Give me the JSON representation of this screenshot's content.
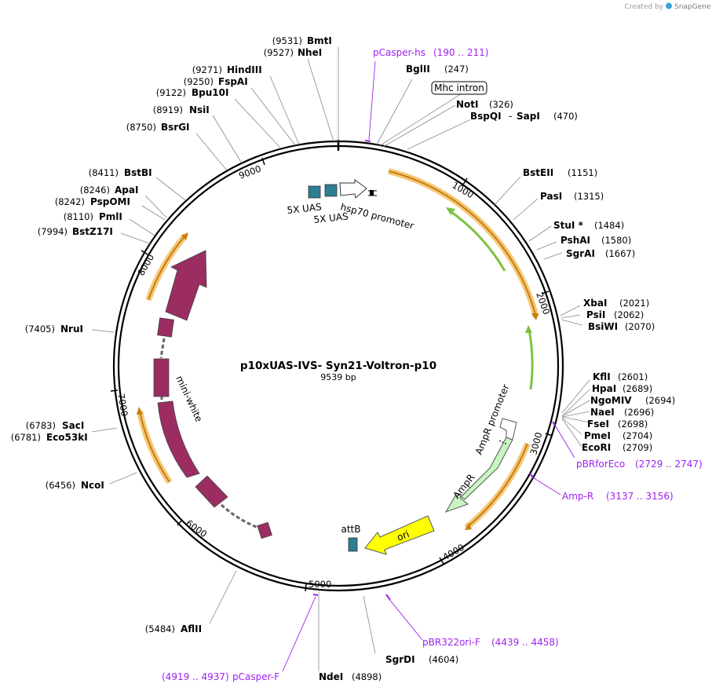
{
  "credit": "Created by",
  "brand": "SnapGene",
  "plasmid": {
    "name": "p10xUAS-IVS- Syn21-Voltron-p10",
    "length_label": "9539 bp"
  },
  "ticks": [
    "1000",
    "2000",
    "3000",
    "4000",
    "5000",
    "6000",
    "7000",
    "8000",
    "9000"
  ],
  "sites": [
    {
      "name": "BmtI",
      "pos": "(9531)"
    },
    {
      "name": "NheI",
      "pos": "(9527)"
    },
    {
      "name": "HindIII",
      "pos": "(9271)"
    },
    {
      "name": "FspAI",
      "pos": "(9250)"
    },
    {
      "name": "Bpu10I",
      "pos": "(9122)"
    },
    {
      "name": "NsiI",
      "pos": "(8919)"
    },
    {
      "name": "BsrGI",
      "pos": "(8750)"
    },
    {
      "name": "BstBI",
      "pos": "(8411)"
    },
    {
      "name": "ApaI",
      "pos": "(8246)"
    },
    {
      "name": "PspOMI",
      "pos": "(8242)"
    },
    {
      "name": "PmlI",
      "pos": "(8110)"
    },
    {
      "name": "BstZ17I",
      "pos": "(7994)"
    },
    {
      "name": "NruI",
      "pos": "(7405)"
    },
    {
      "name": "SacI",
      "pos": "(6783)"
    },
    {
      "name": "Eco53kI",
      "pos": "(6781)"
    },
    {
      "name": "NcoI",
      "pos": "(6456)"
    },
    {
      "name": "AflII",
      "pos": "(5484)"
    },
    {
      "name": "NdeI",
      "pos": "(4898)"
    },
    {
      "name": "SgrDI",
      "pos": "(4604)"
    },
    {
      "name": "BglII",
      "pos": "(247)"
    },
    {
      "name": "NotI",
      "pos": "(326)"
    },
    {
      "name": "BspQI",
      "pos": "(470)"
    },
    {
      "name": "SapI",
      "pos": ""
    },
    {
      "name": "BstEII",
      "pos": "(1151)"
    },
    {
      "name": "PasI",
      "pos": "(1315)"
    },
    {
      "name": "StuI *",
      "pos": "(1484)"
    },
    {
      "name": "PshAI",
      "pos": "(1580)"
    },
    {
      "name": "SgrAI",
      "pos": "(1667)"
    },
    {
      "name": "XbaI",
      "pos": "(2021)"
    },
    {
      "name": "PsiI",
      "pos": "(2062)"
    },
    {
      "name": "BsiWI",
      "pos": "(2070)"
    },
    {
      "name": "KflI",
      "pos": "(2601)"
    },
    {
      "name": "HpaI",
      "pos": "(2689)"
    },
    {
      "name": "NgoMIV",
      "pos": "(2694)"
    },
    {
      "name": "NaeI",
      "pos": "(2696)"
    },
    {
      "name": "FseI",
      "pos": "(2698)"
    },
    {
      "name": "PmeI",
      "pos": "(2704)"
    },
    {
      "name": "EcoRI",
      "pos": "(2709)"
    }
  ],
  "primers": [
    {
      "name": "pCasper-hs",
      "range": "(190 .. 211)"
    },
    {
      "name": "pBRforEco",
      "range": "(2729 .. 2747)"
    },
    {
      "name": "Amp-R",
      "range": "(3137 .. 3156)"
    },
    {
      "name": "pBR322ori-F",
      "range": "(4439 .. 4458)"
    },
    {
      "name": "pCasper-F",
      "range": "(4919 .. 4937)"
    }
  ],
  "features": {
    "mhc_intron": "Mhc intron",
    "uas1": "5X UAS",
    "uas2": "5X UAS",
    "hsp70": "hsp70 promoter",
    "ampr_promoter": "AmpR promoter",
    "ampr": "AmpR",
    "ori": "ori",
    "attb": "attB",
    "mini_white": "mini-white"
  },
  "colors": {
    "orf_orange": "#f5a623",
    "green_arrow": "#7cc242",
    "maroon": "#9b2d62",
    "teal": "#2e7d91",
    "ampr_fill": "#c8f5c0",
    "ori_fill": "#ffff00",
    "primer": "#a020f0"
  }
}
